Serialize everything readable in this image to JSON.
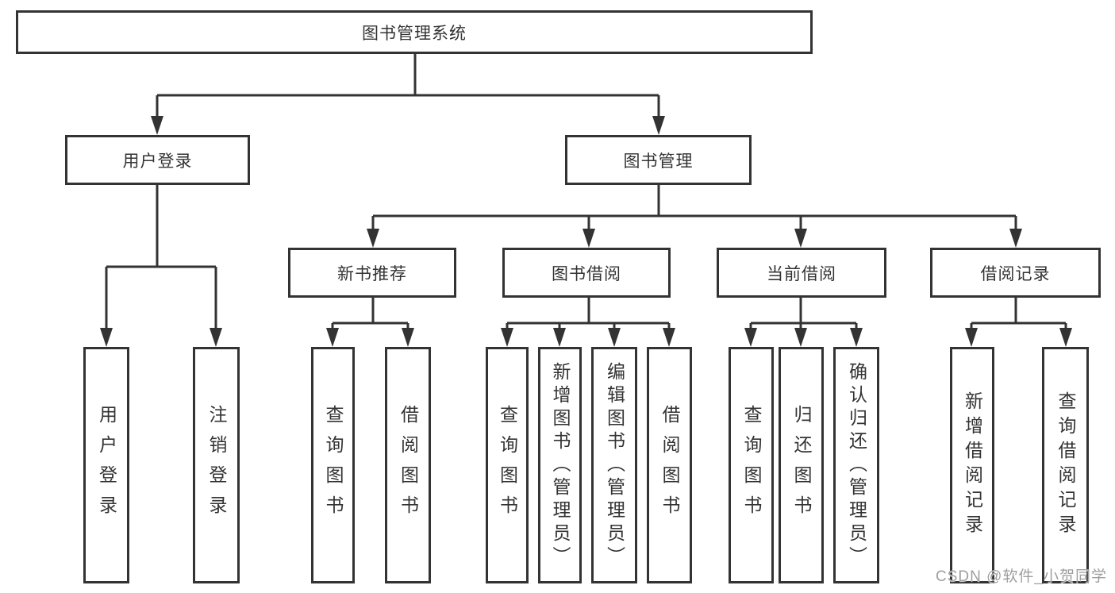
{
  "diagram": {
    "title": "图书管理系统",
    "nodes": {
      "root": {
        "label": "图书管理系统"
      },
      "user_login": {
        "label": "用户登录"
      },
      "book_mgmt": {
        "label": "图书管理"
      },
      "new_book_rec": {
        "label": "新书推荐"
      },
      "book_borrow": {
        "label": "图书借阅"
      },
      "current_borrow": {
        "label": "当前借阅"
      },
      "borrow_records": {
        "label": "借阅记录"
      },
      "leaf_user_login": {
        "label": "用户登录"
      },
      "leaf_logout": {
        "label": "注销登录"
      },
      "leaf_nbr_query": {
        "label": "查询图书"
      },
      "leaf_nbr_borrow": {
        "label": "借阅图书"
      },
      "leaf_bb_query": {
        "label": "查询图书"
      },
      "leaf_bb_add": {
        "label": "新增图书（管理员）"
      },
      "leaf_bb_edit": {
        "label": "编辑图书（管理员）"
      },
      "leaf_bb_borrow": {
        "label": "借阅图书"
      },
      "leaf_cb_query": {
        "label": "查询图书"
      },
      "leaf_cb_return": {
        "label": "归还图书"
      },
      "leaf_cb_confirm": {
        "label": "确认归还（管理员）"
      },
      "leaf_br_add": {
        "label": "新增借阅记录"
      },
      "leaf_br_query": {
        "label": "查询借阅记录"
      }
    },
    "tree": {
      "图书管理系统": {
        "用户登录": [
          "用户登录",
          "注销登录"
        ],
        "图书管理": {
          "新书推荐": [
            "查询图书",
            "借阅图书"
          ],
          "图书借阅": [
            "查询图书",
            "新增图书（管理员）",
            "编辑图书（管理员）",
            "借阅图书"
          ],
          "当前借阅": [
            "查询图书",
            "归还图书",
            "确认归还（管理员）"
          ],
          "借阅记录": [
            "新增借阅记录",
            "查询借阅记录"
          ]
        }
      }
    },
    "colors": {
      "line": "#333333",
      "text": "#333333",
      "box_background": "#ffffff",
      "watermark_text": "#9e9e9e",
      "background": "#ffffff"
    }
  },
  "watermark": {
    "text": "CSDN @软件_小贺同学"
  }
}
